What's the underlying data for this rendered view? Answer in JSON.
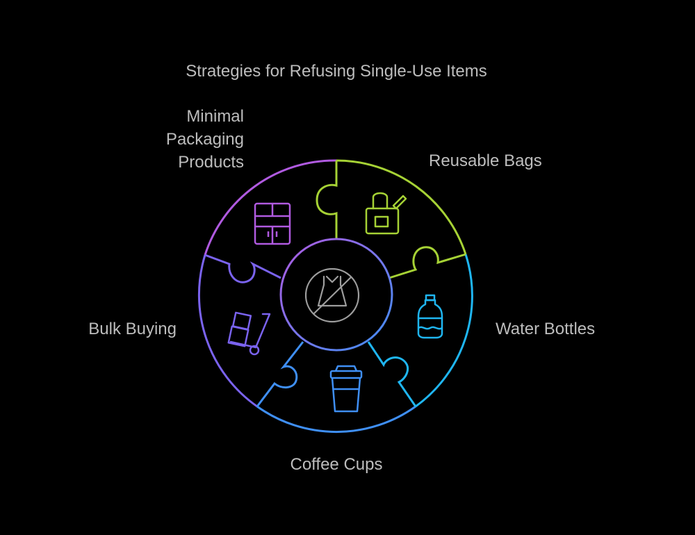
{
  "title": "Strategies for Refusing Single-Use Items",
  "center": {
    "icon": "no-plastic-bag-icon",
    "color": "#9e9e9e"
  },
  "segments": [
    {
      "label": "Minimal\nPackaging\nProducts",
      "icon": "cabinet-icon",
      "color": "#b05ae0"
    },
    {
      "label": "Reusable Bags",
      "icon": "shopping-bag-icon",
      "color": "#a6d235"
    },
    {
      "label": "Water Bottles",
      "icon": "water-bottle-icon",
      "color": "#1fb6f2"
    },
    {
      "label": "Coffee Cups",
      "icon": "coffee-cup-icon",
      "color": "#3f8ff5"
    },
    {
      "label": "Bulk Buying",
      "icon": "hand-truck-icon",
      "color": "#7a63ee"
    }
  ]
}
